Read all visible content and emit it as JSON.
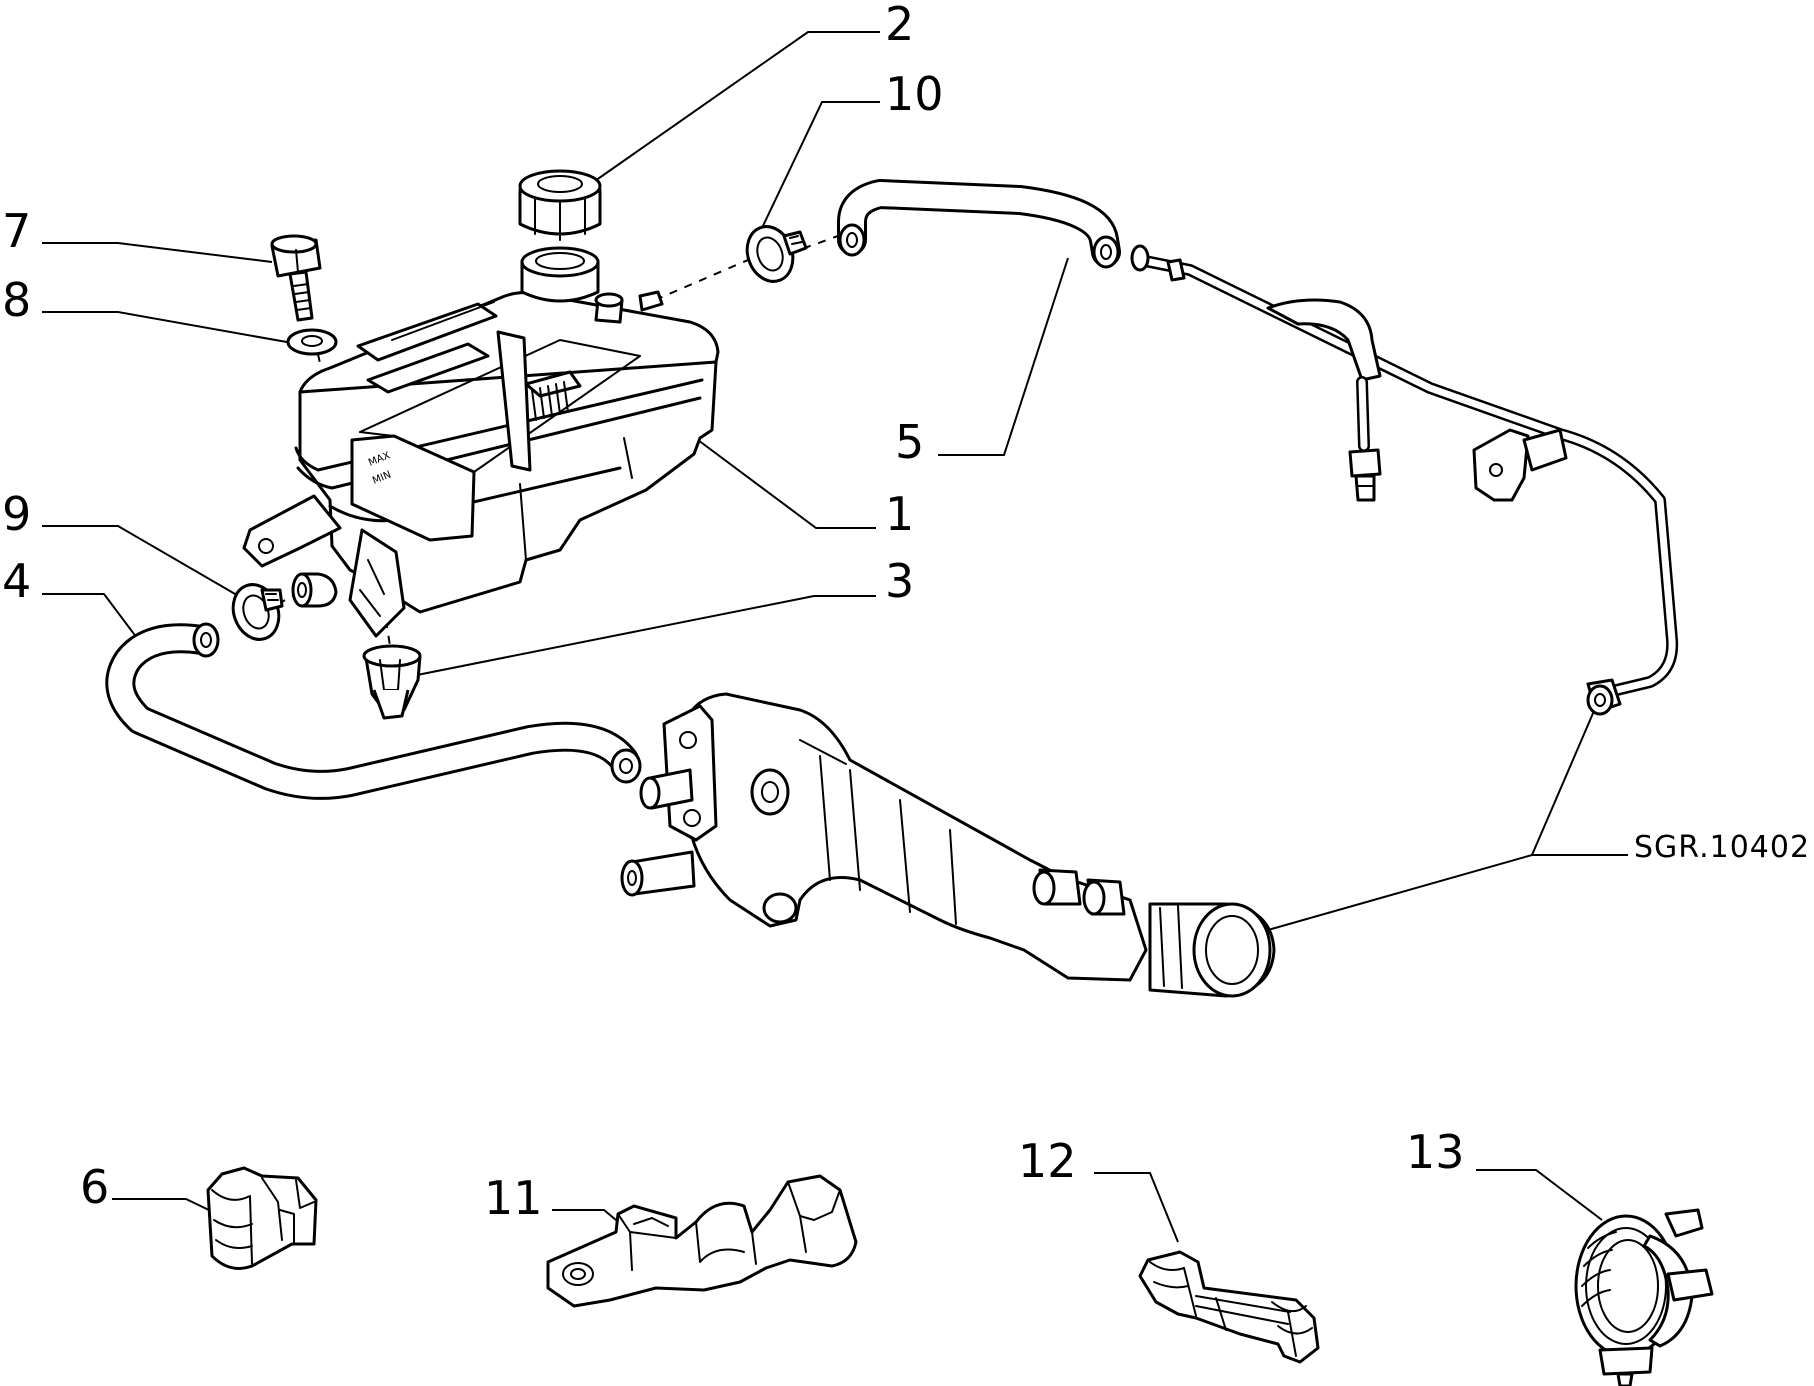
{
  "drawing_code": "SGR.10402",
  "tank_marks": {
    "max": "MAX",
    "min": "MIN"
  },
  "callouts": [
    {
      "id": "1",
      "label": "1",
      "part": "expansion-tank"
    },
    {
      "id": "2",
      "label": "2",
      "part": "filler-cap"
    },
    {
      "id": "3",
      "label": "3",
      "part": "outlet-connector"
    },
    {
      "id": "4",
      "label": "4",
      "part": "lower-hose"
    },
    {
      "id": "5",
      "label": "5",
      "part": "upper-hose"
    },
    {
      "id": "6",
      "label": "6",
      "part": "hose-clip"
    },
    {
      "id": "7",
      "label": "7",
      "part": "bolt"
    },
    {
      "id": "8",
      "label": "8",
      "part": "washer"
    },
    {
      "id": "9",
      "label": "9",
      "part": "lower-hose-clamp"
    },
    {
      "id": "10",
      "label": "10",
      "part": "upper-hose-clamp"
    },
    {
      "id": "11",
      "label": "11",
      "part": "pipe-bracket"
    },
    {
      "id": "12",
      "label": "12",
      "part": "double-pipe-clip"
    },
    {
      "id": "13",
      "label": "13",
      "part": "ring-clip"
    }
  ]
}
